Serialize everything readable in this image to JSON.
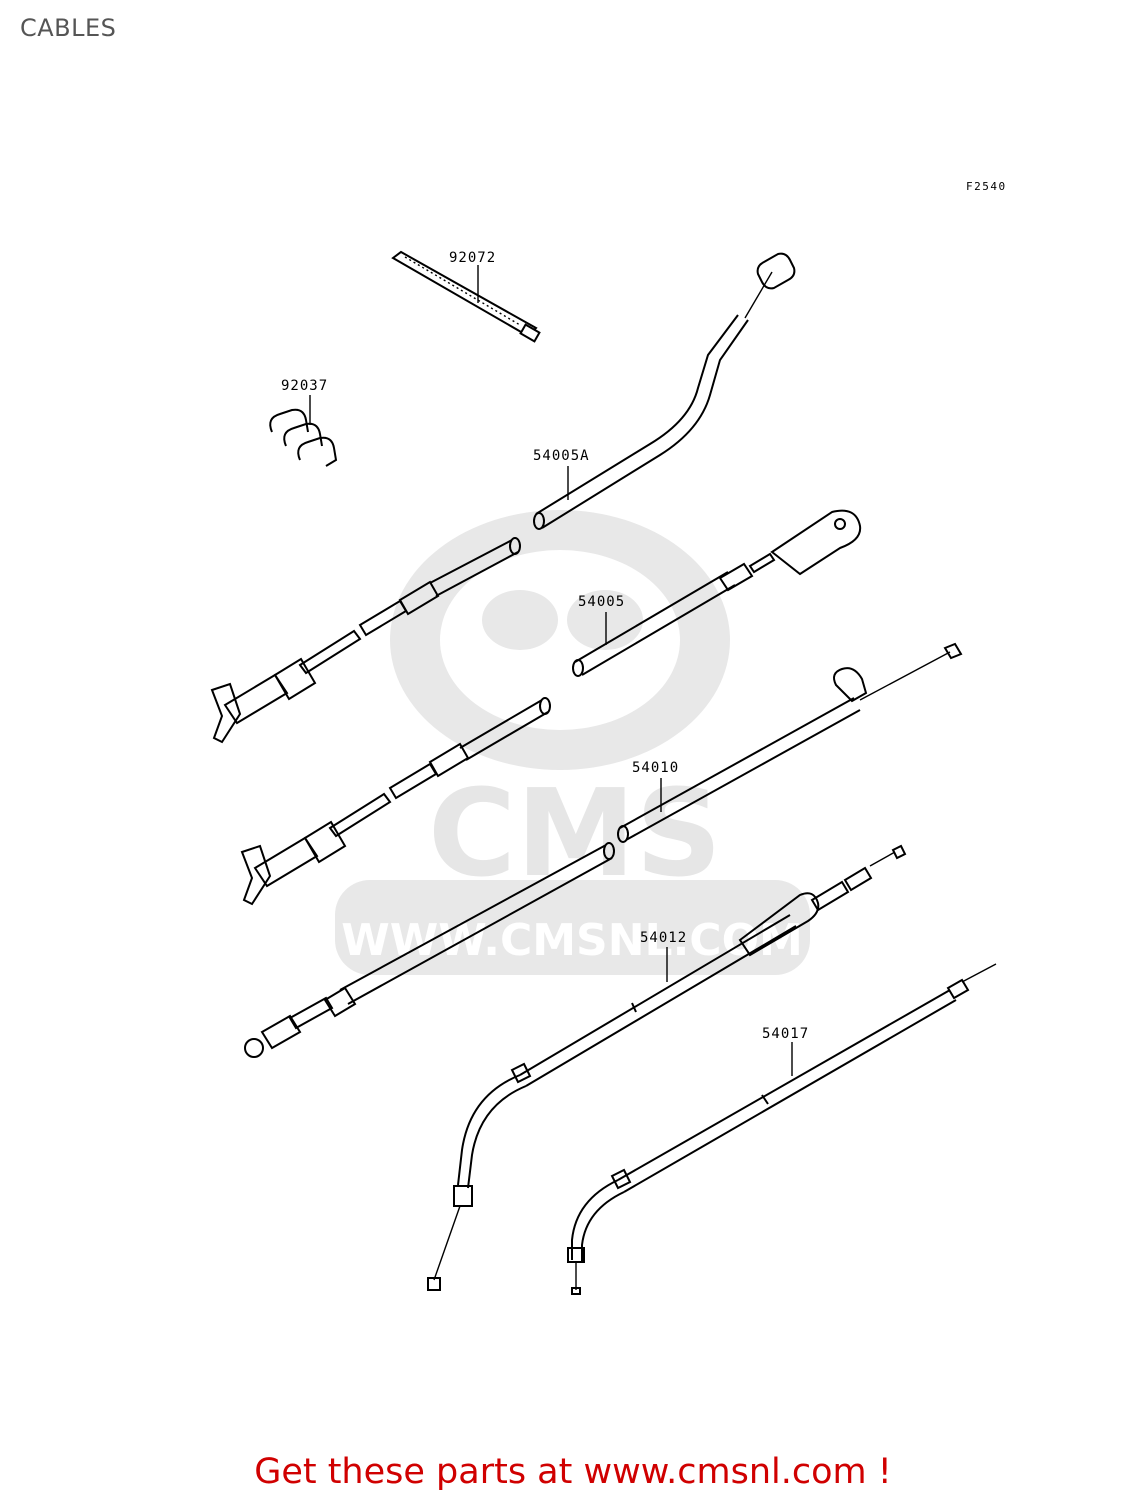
{
  "title": "CABLES",
  "figure_code": "F2540",
  "parts": [
    {
      "number": "92072"
    },
    {
      "number": "92037"
    },
    {
      "number": "54005A"
    },
    {
      "number": "54005"
    },
    {
      "number": "54010"
    },
    {
      "number": "54012"
    },
    {
      "number": "54017"
    }
  ],
  "watermark": {
    "brand": "CMS",
    "url": "WWW.CMSNL.COM",
    "color": "#e6e6e6"
  },
  "footer": {
    "cta_text": "Get these parts at www.cmsnl.com !",
    "color": "#d00000"
  }
}
